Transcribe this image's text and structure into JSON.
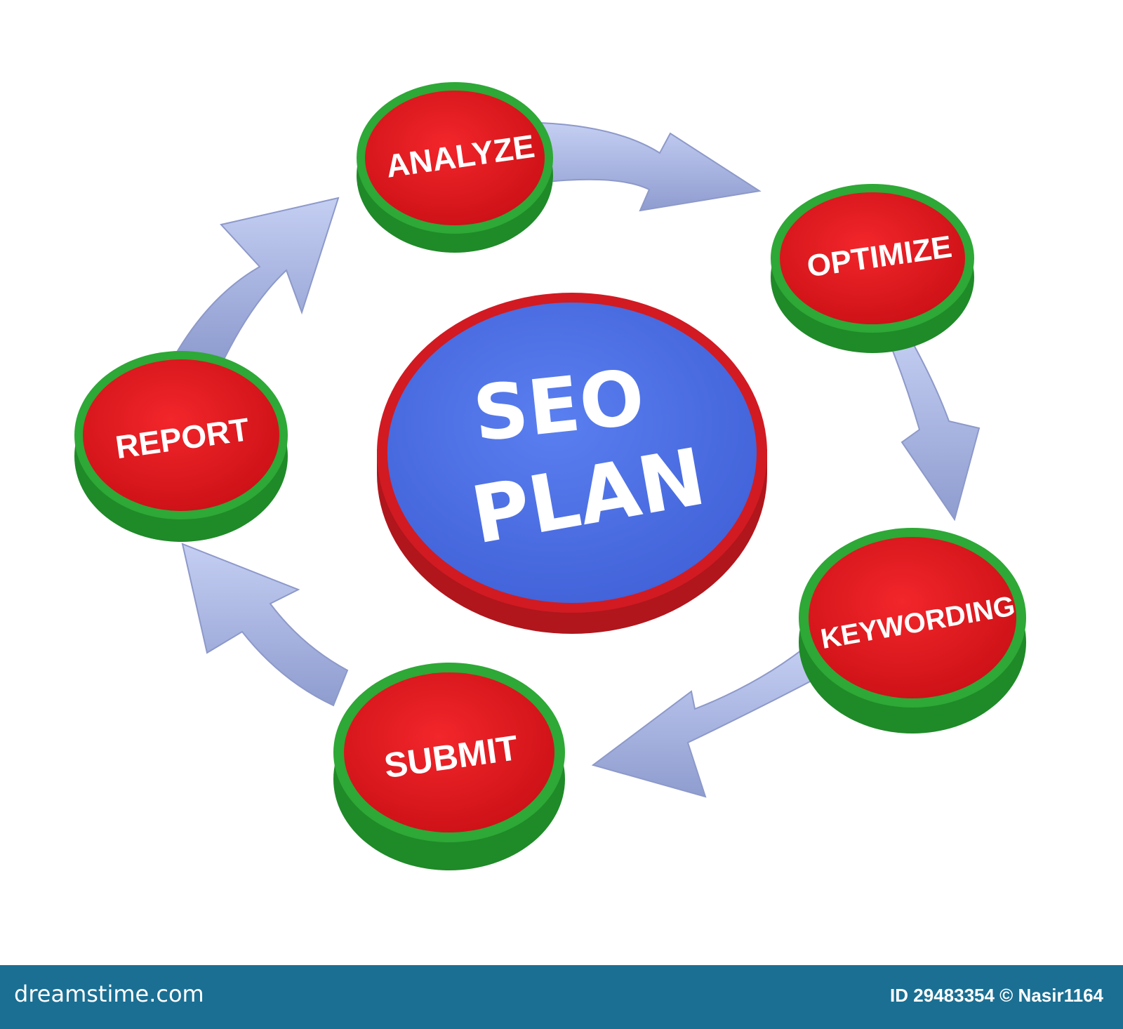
{
  "center": {
    "line1": "SEO",
    "line2": "PLAN"
  },
  "steps": [
    "ANALYZE",
    "OPTIMIZE",
    "KEYWORDING",
    "SUBMIT",
    "REPORT"
  ],
  "footer": {
    "site": "dreamstime.com",
    "credit": "ID 29483354 © Nasir1164"
  },
  "colors": {
    "node_top": "#e2141a",
    "node_rim": "#2ea836",
    "center_top": "#4f73e6",
    "center_rim": "#d21a22",
    "arrow": "#a9b6e6",
    "footer_bg": "#1a6f93"
  }
}
